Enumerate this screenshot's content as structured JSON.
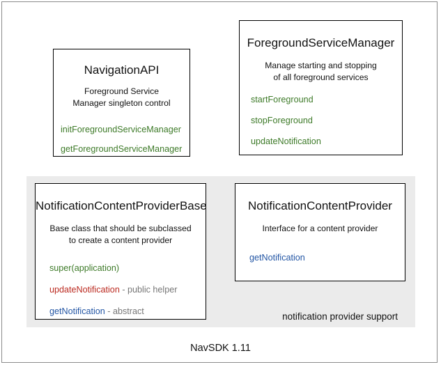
{
  "diagram": {
    "footer_caption": "NavSDK 1.11",
    "group_label": "notification provider support",
    "colors": {
      "green": "#3d7a28",
      "red": "#bb2a20",
      "blue": "#2255a4",
      "note_gray": "#767676",
      "group_background": "#ebebeb",
      "box_border": "#000000",
      "frame_border": "#8a8a8a"
    },
    "boxes": {
      "navigation_api": {
        "title": "NavigationAPI",
        "description_line1": "Foreground Service",
        "description_line2": "Manager singleton control",
        "members": [
          {
            "name": "initForegroundServiceManager",
            "note": ""
          },
          {
            "name": "getForegroundServiceManager",
            "note": ""
          }
        ]
      },
      "foreground_service_manager": {
        "title": "ForegroundServiceManager",
        "description_line1": "Manage starting and stopping",
        "description_line2": "of all foreground services",
        "members": [
          {
            "name": "startForeground",
            "note": ""
          },
          {
            "name": "stopForeground",
            "note": ""
          },
          {
            "name": "updateNotification",
            "note": ""
          }
        ]
      },
      "notification_content_provider_base": {
        "title": "NotificationContentProviderBase",
        "description_line1": "Base class that should be subclassed",
        "description_line2": "to create a content provider",
        "members": [
          {
            "name": "super(application)",
            "note": ""
          },
          {
            "name": "updateNotification",
            "note": " - public helper"
          },
          {
            "name": "getNotification",
            "note": " - abstract"
          }
        ]
      },
      "notification_content_provider": {
        "title": "NotificationContentProvider",
        "description_line1": "Interface for a content provider",
        "description_line2": "",
        "members": [
          {
            "name": "getNotification",
            "note": ""
          }
        ]
      }
    }
  }
}
